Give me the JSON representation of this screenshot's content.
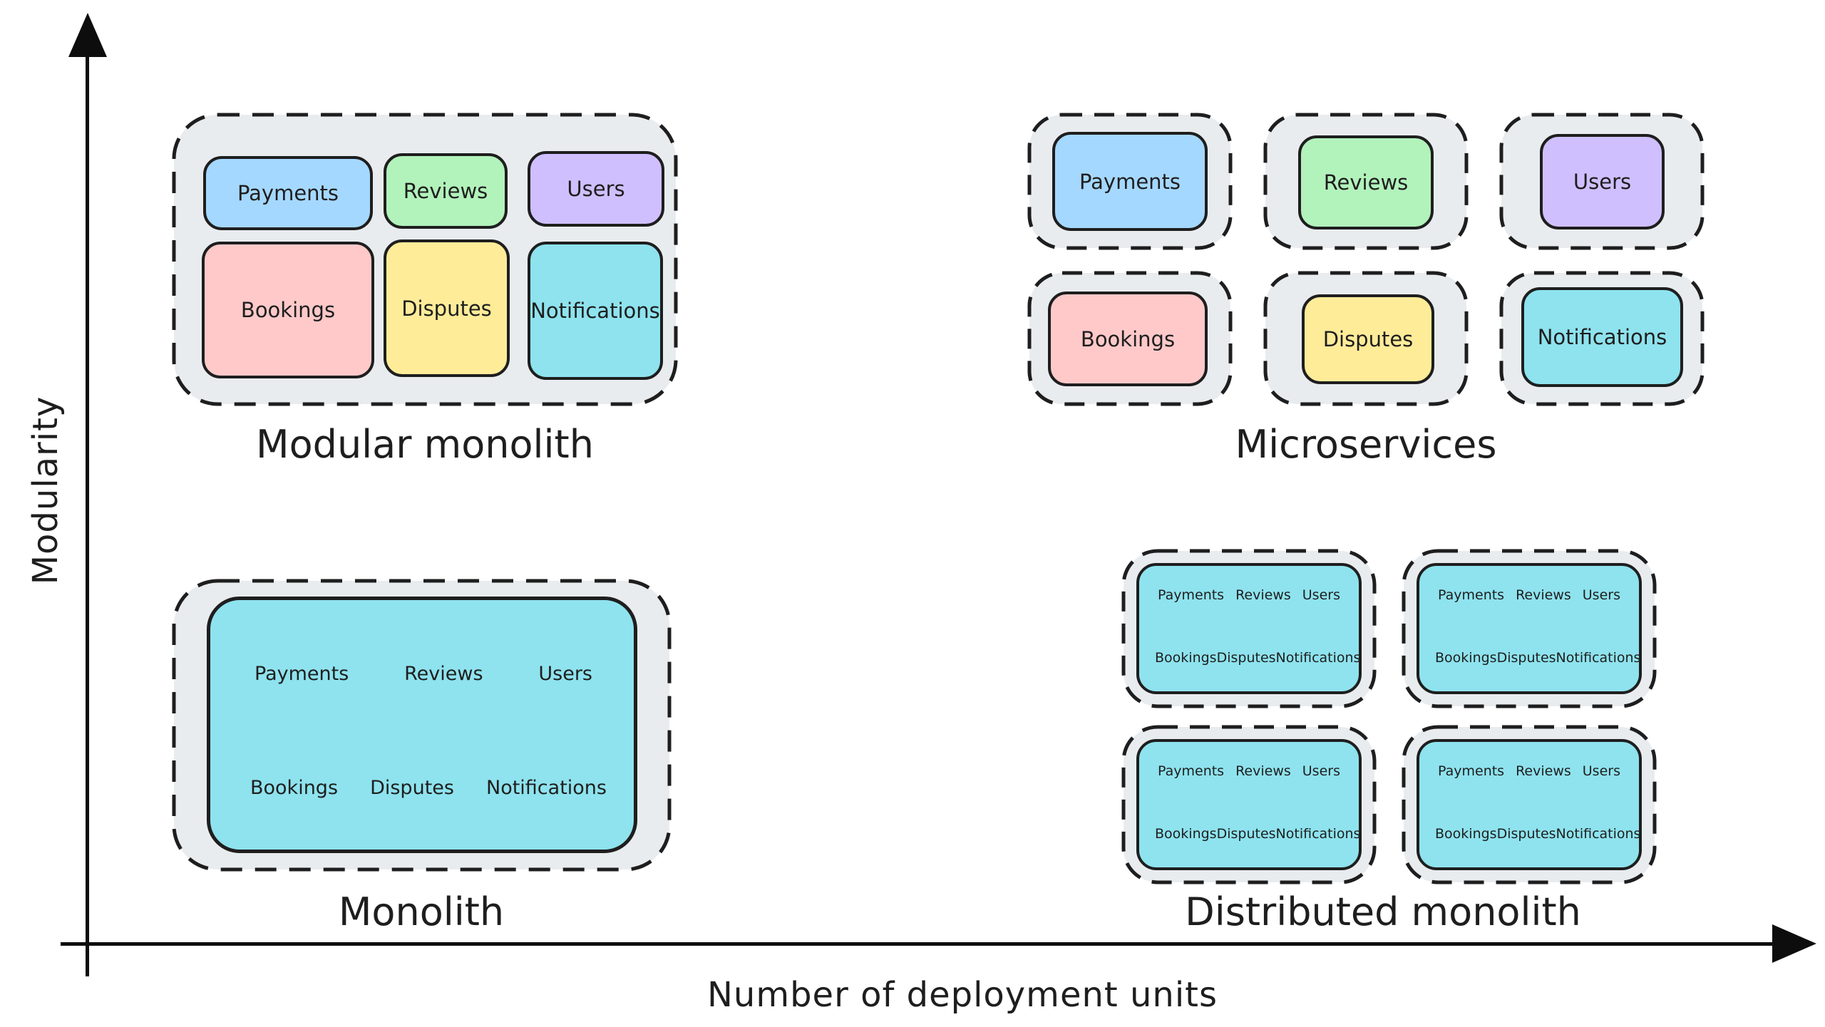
{
  "axes": {
    "y_label": "Modularity",
    "x_label": "Number of deployment units"
  },
  "palette": {
    "container_fill": "#e9ecef",
    "stroke": "#1e1e1e",
    "blue": "#a5d8ff",
    "green": "#b2f2bb",
    "purple": "#d0bfff",
    "pink": "#ffc9c9",
    "yellow": "#ffec99",
    "cyan": "#8ee3ee"
  },
  "quadrants": {
    "modular_monolith": {
      "title": "Modular monolith",
      "modules": [
        {
          "label": "Payments",
          "color": "#a5d8ff"
        },
        {
          "label": "Reviews",
          "color": "#b2f2bb"
        },
        {
          "label": "Users",
          "color": "#d0bfff"
        },
        {
          "label": "Bookings",
          "color": "#ffc9c9"
        },
        {
          "label": "Disputes",
          "color": "#ffec99"
        },
        {
          "label": "Notifications",
          "color": "#8ee3ee"
        }
      ]
    },
    "microservices": {
      "title": "Microservices",
      "services": [
        {
          "label": "Payments",
          "color": "#a5d8ff"
        },
        {
          "label": "Reviews",
          "color": "#b2f2bb"
        },
        {
          "label": "Users",
          "color": "#d0bfff"
        },
        {
          "label": "Bookings",
          "color": "#ffc9c9"
        },
        {
          "label": "Disputes",
          "color": "#ffec99"
        },
        {
          "label": "Notifications",
          "color": "#8ee3ee"
        }
      ]
    },
    "monolith": {
      "title": "Monolith",
      "block_color": "#8ee3ee",
      "modules": [
        "Payments",
        "Reviews",
        "Users",
        "Bookings",
        "Disputes",
        "Notifications"
      ]
    },
    "distributed_monolith": {
      "title": "Distributed monolith",
      "block_color": "#8ee3ee",
      "instance_count": 4,
      "modules": [
        "Payments",
        "Reviews",
        "Users",
        "Bookings",
        "Disputes",
        "Notifications"
      ]
    }
  }
}
